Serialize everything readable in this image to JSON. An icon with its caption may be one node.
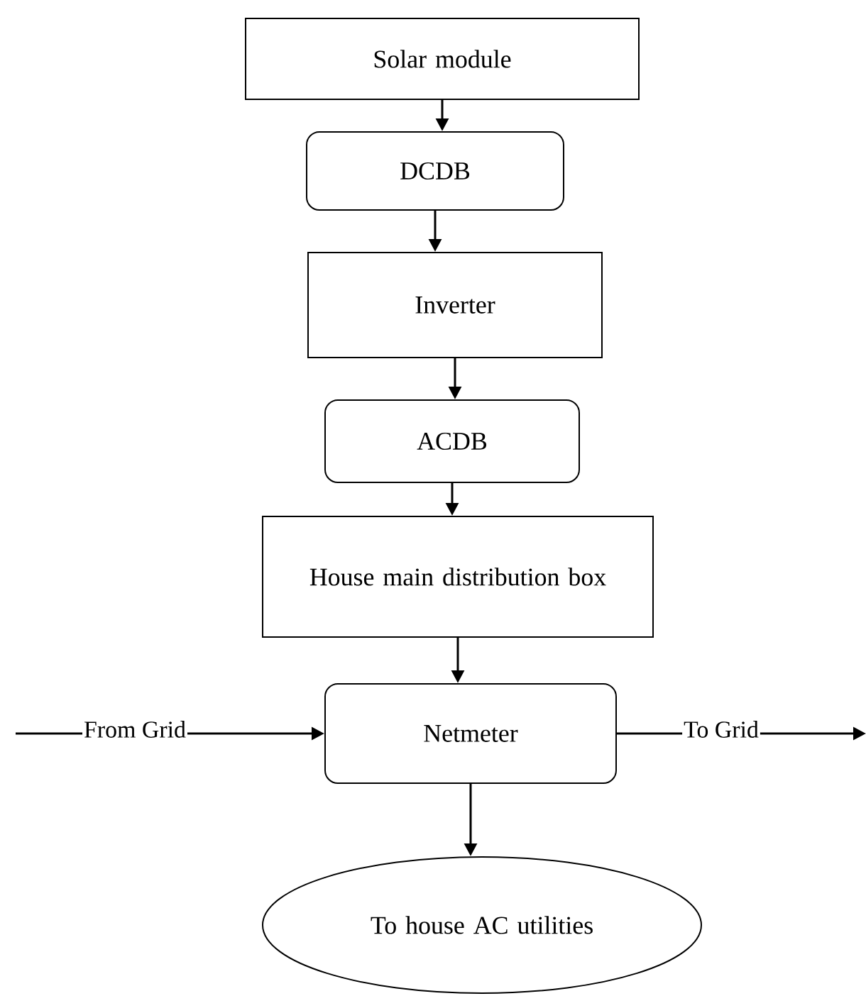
{
  "diagram": {
    "nodes": [
      {
        "text": [
          "Solar module"
        ]
      },
      {
        "text": [
          "DCDB"
        ]
      },
      {
        "text": [
          "Inverter"
        ]
      },
      {
        "text": [
          "ACDB"
        ]
      },
      {
        "text": [
          "House main distribution box"
        ]
      },
      {
        "text": [
          "Netmeter"
        ]
      },
      {
        "text": [
          "To house AC utilities"
        ]
      }
    ],
    "edges": [
      {
        "from": 0,
        "to": 1,
        "arrow": "to"
      },
      {
        "from": 1,
        "to": 2,
        "arrow": "to"
      },
      {
        "from": 2,
        "to": 3,
        "arrow": "to"
      },
      {
        "from": 3,
        "to": 4,
        "arrow": "to"
      },
      {
        "from": 4,
        "to": 5,
        "arrow": "to"
      },
      {
        "from": null,
        "to": 5,
        "arrow": "to",
        "label": "From Grid"
      },
      {
        "from": 5,
        "to": null,
        "arrow": "to",
        "label": "To Grid"
      },
      {
        "from": 5,
        "to": 6,
        "arrow": "to"
      }
    ]
  }
}
